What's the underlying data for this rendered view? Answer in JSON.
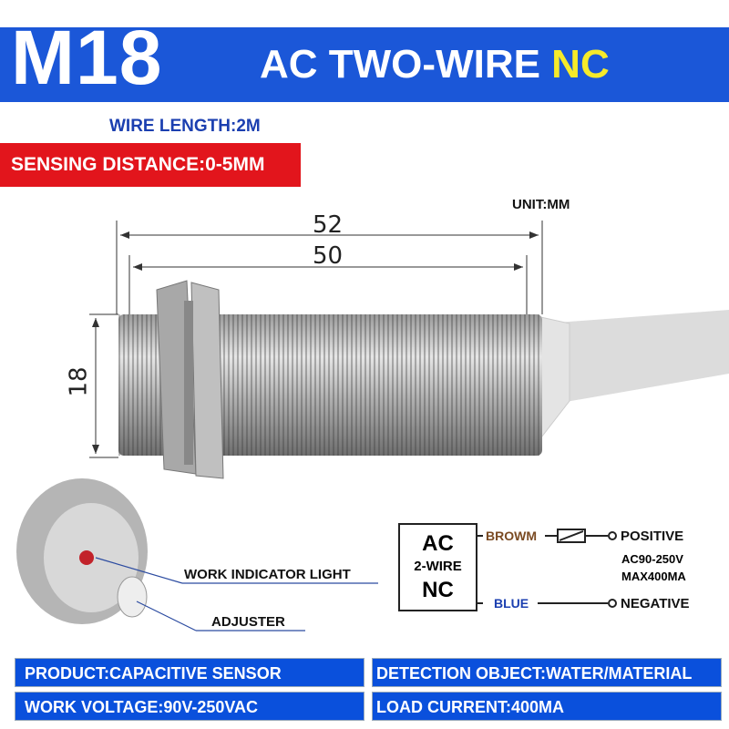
{
  "header": {
    "model": "M18",
    "title": "AC TWO-WIRE",
    "title_highlight": "NC"
  },
  "wire_length": "WIRE LENGTH:2M",
  "sensing_distance": "SENSING DISTANCE:0-5MM",
  "unit": "UNIT:MM",
  "dimensions": {
    "total": "52",
    "thread": "50",
    "diameter": "18"
  },
  "callouts": {
    "indicator": "WORK INDICATOR LIGHT",
    "adjuster": "ADJUSTER"
  },
  "wiring": {
    "box_line1": "AC",
    "box_line2": "2-WIRE",
    "box_line3": "NC",
    "brown": "BROWM",
    "blue": "BLUE",
    "positive": "POSITIVE",
    "negative": "NEGATIVE",
    "supply": "AC90-250V",
    "max_current": "MAX400MA"
  },
  "specs": [
    {
      "label": "PRODUCT:CAPACITIVE SENSOR"
    },
    {
      "label": "DETECTION OBJECT:WATER/MATERIAL"
    },
    {
      "label": "WORK VOLTAGE:90V-250VAC"
    },
    {
      "label": "LOAD CURRENT:400MA"
    }
  ],
  "colors": {
    "header": "#1b57d8",
    "red": "#e2151c",
    "yellow": "#f6ea2a",
    "brown": "#7a4a22",
    "blue_text": "#1b3fb0"
  }
}
